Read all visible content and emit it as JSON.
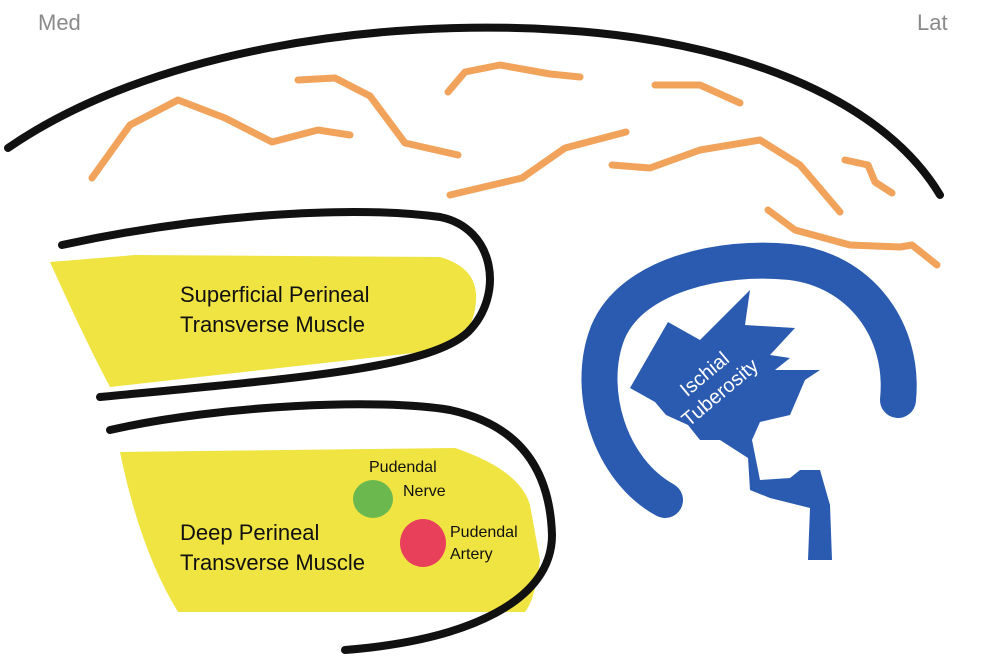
{
  "orientation": {
    "medial": "Med",
    "lateral": "Lat"
  },
  "structures": {
    "superficial_muscle": {
      "line1": "Superficial Perineal",
      "line2": "Transverse Muscle"
    },
    "deep_muscle": {
      "line1": "Deep Perineal",
      "line2": "Transverse Muscle"
    },
    "pudendal_nerve": {
      "line1": "Pudendal",
      "line2": "Nerve"
    },
    "pudendal_artery": {
      "line1": "Pudendal",
      "line2": "Artery"
    },
    "ischial_tuberosity": {
      "line1": "Ischial",
      "line2": "Tuberosity"
    }
  },
  "colors": {
    "muscle": "#f0e442",
    "outline": "#111111",
    "fibers": "#f2a35b",
    "bone": "#2b5bb0",
    "nerve": "#6bb84f",
    "artery": "#e8405a",
    "orientation_text": "#8a8a8a"
  }
}
